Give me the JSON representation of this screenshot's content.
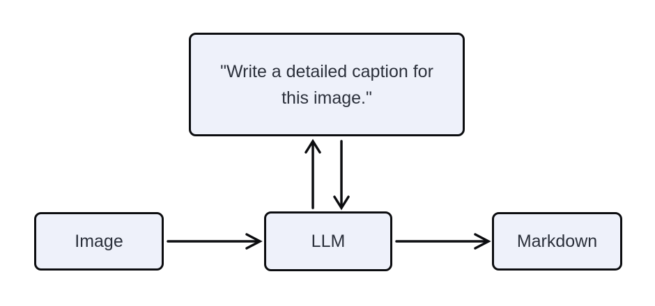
{
  "diagram": {
    "type": "flowchart",
    "background_color": "#ffffff",
    "node_fill_color": "#eef1fa",
    "node_border_color": "#0c0d10",
    "node_text_color": "#2b303b",
    "arrow_color": "#0c0d10",
    "nodes": {
      "prompt": {
        "label": "\"Write a detailed caption for this image.\""
      },
      "image": {
        "label": "Image"
      },
      "llm": {
        "label": "LLM"
      },
      "markdown": {
        "label": "Markdown"
      }
    },
    "edges": [
      {
        "from": "image",
        "to": "llm",
        "direction": "right"
      },
      {
        "from": "llm",
        "to": "markdown",
        "direction": "right"
      },
      {
        "from": "llm",
        "to": "prompt",
        "direction": "up"
      },
      {
        "from": "prompt",
        "to": "llm",
        "direction": "down"
      }
    ]
  }
}
